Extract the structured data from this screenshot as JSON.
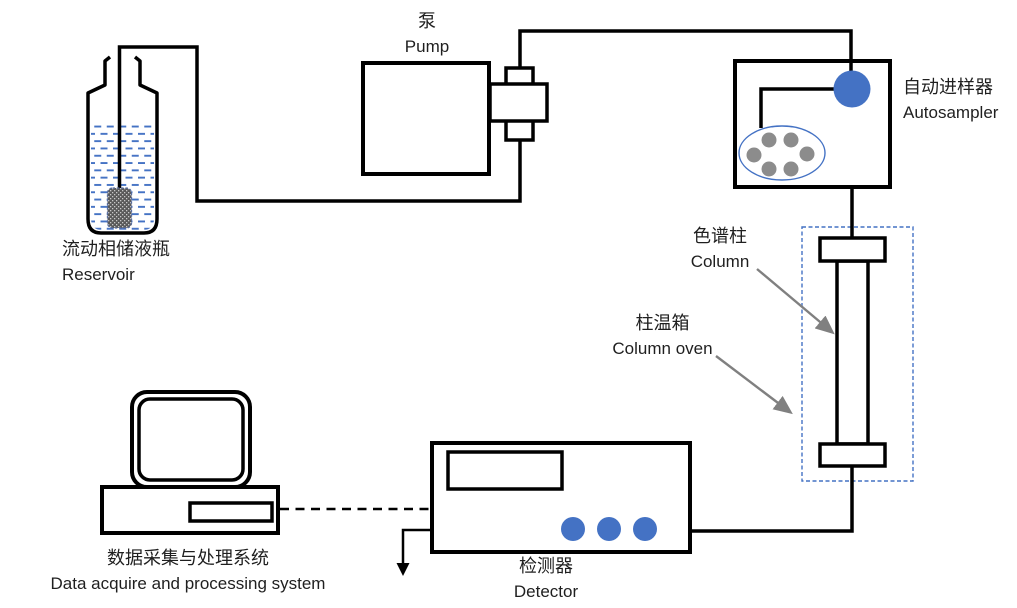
{
  "diagram": {
    "type": "HPLC system flow diagram",
    "labels": {
      "pump": {
        "zh": "泵",
        "en": "Pump"
      },
      "autosampler": {
        "zh": "自动进样器",
        "en": "Autosampler"
      },
      "reservoir": {
        "zh": "流动相储液瓶",
        "en": "Reservoir"
      },
      "column": {
        "zh": "色谱柱",
        "en": "Column"
      },
      "column_oven": {
        "zh": "柱温箱",
        "en": "Column oven"
      },
      "detector": {
        "zh": "检测器",
        "en": "Detector"
      },
      "computer": {
        "zh": "数据采集与处理系统",
        "en": "Data acquire and processing system"
      }
    },
    "colors": {
      "accent_blue": "#4472C4",
      "vial_gray": "#8C8C8C",
      "arrow_gray": "#808080",
      "line_black": "#000000",
      "filter_fill": "#595959",
      "text": "#1F1F1F",
      "background": "#FFFFFF"
    },
    "counts": {
      "vials_in_tray": 6,
      "detector_leds": 3
    }
  }
}
